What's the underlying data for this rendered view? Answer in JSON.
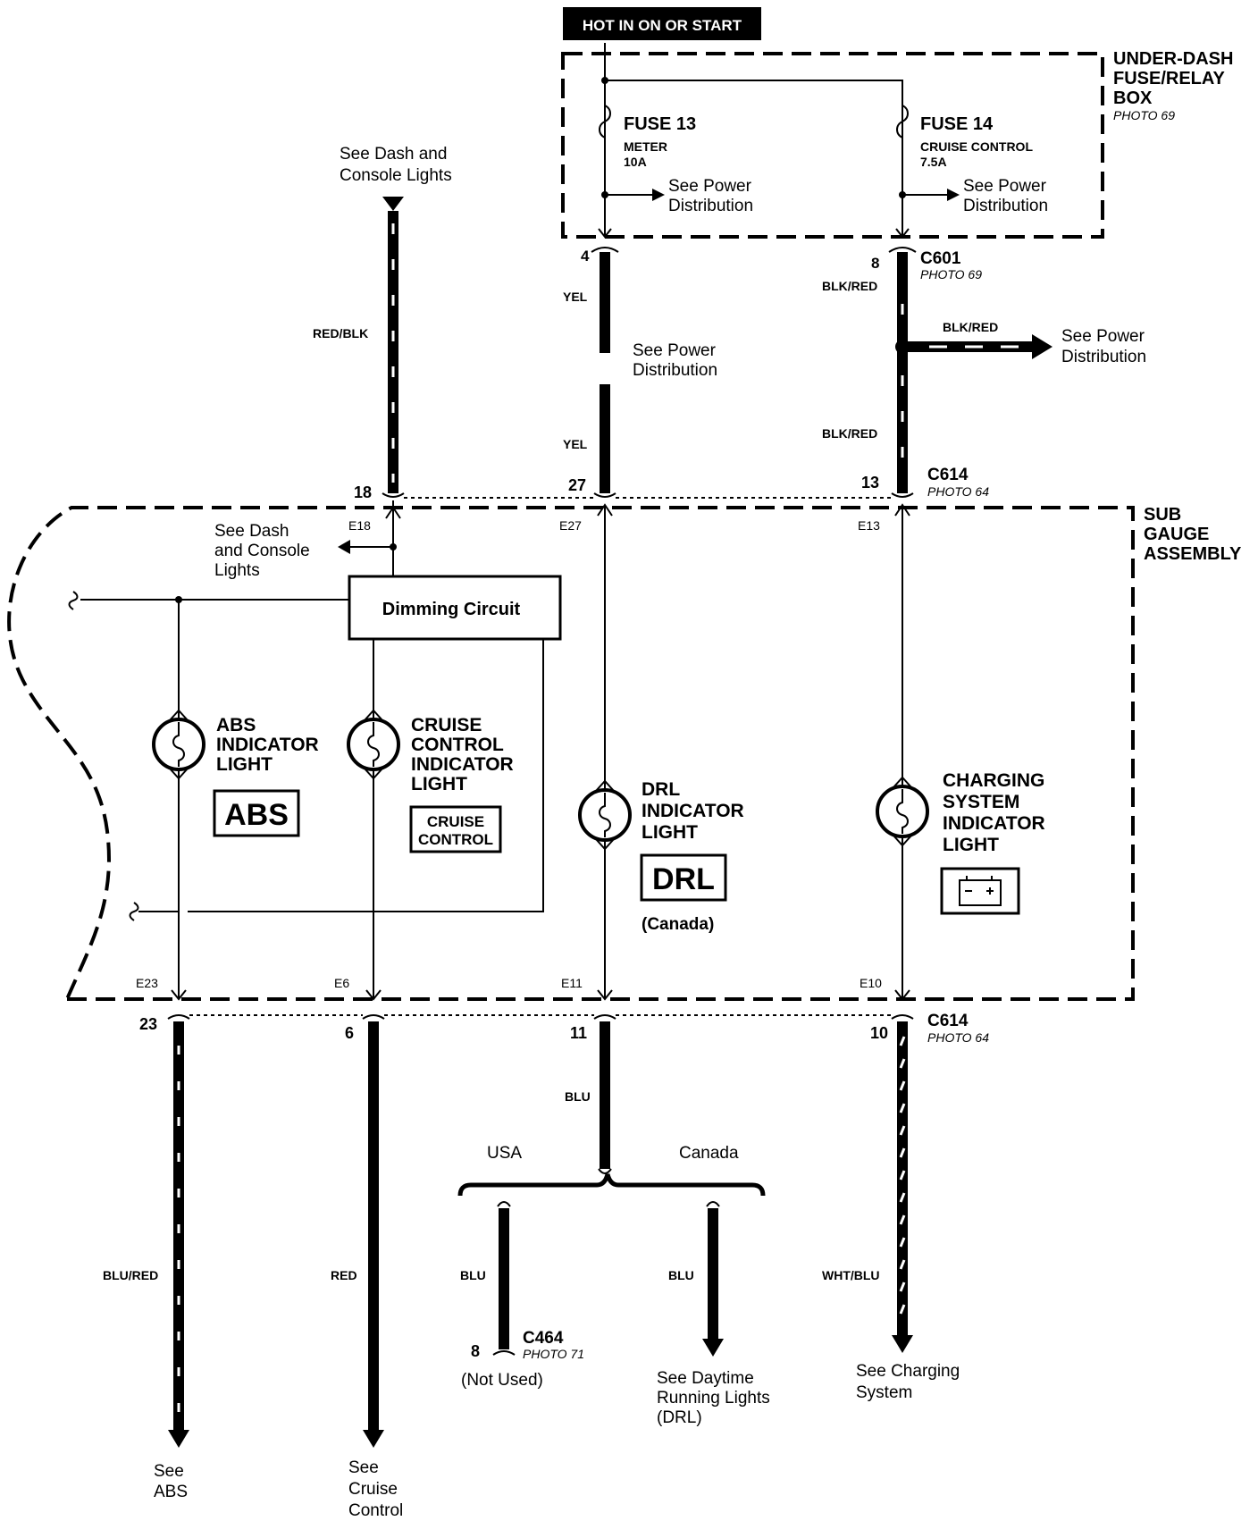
{
  "header": {
    "power_label": "HOT IN ON OR START"
  },
  "fuse_box": {
    "title_lines": [
      "UNDER-DASH",
      "FUSE/RELAY",
      "BOX"
    ],
    "photo": "PHOTO 69"
  },
  "fuses": [
    {
      "name": "FUSE 13",
      "circuit": "METER",
      "rating": "10A",
      "note_lines": [
        "See Power",
        "Distribution"
      ]
    },
    {
      "name": "FUSE 14",
      "circuit": "CRUISE CONTROL",
      "rating": "7.5A",
      "note_lines": [
        "See Power",
        "Distribution"
      ]
    }
  ],
  "connectors": {
    "c601": {
      "name": "C601",
      "photo": "PHOTO 69",
      "pins": [
        "4",
        "8"
      ]
    },
    "c614_top": {
      "name": "C614",
      "photo": "PHOTO 64",
      "pins": [
        "18",
        "27",
        "13"
      ]
    },
    "c614_bottom": {
      "name": "C614",
      "photo": "PHOTO 64",
      "pins": [
        "23",
        "6",
        "11",
        "10"
      ]
    },
    "c464": {
      "name": "C464",
      "photo": "PHOTO 71",
      "pin": "8",
      "note": "(Not Used)"
    }
  },
  "wires": {
    "red_blk": "RED/BLK",
    "yel_top": "YEL",
    "yel_bottom": "YEL",
    "blk_red_top": "BLK/RED",
    "blk_red_branch": "BLK/RED",
    "blk_red_bottom": "BLK/RED",
    "blu_red": "BLU/RED",
    "red": "RED",
    "blu_main": "BLU",
    "blu_usa": "BLU",
    "blu_canada": "BLU",
    "wht_blu": "WHT/BLU"
  },
  "notes": {
    "dash_console_top": [
      "See Dash and",
      "Console Lights"
    ],
    "yel_power": [
      "See Power",
      "Distribution"
    ],
    "blk_red_power": [
      "See Power",
      "Distribution"
    ],
    "dash_console_inner": [
      "See Dash",
      "and Console",
      "Lights"
    ],
    "see_abs": [
      "See",
      "ABS"
    ],
    "see_cruise": [
      "See",
      "Cruise",
      "Control"
    ],
    "see_drl": [
      "See Daytime",
      "Running Lights",
      "(DRL)"
    ],
    "see_charging": [
      "See Charging",
      "System"
    ]
  },
  "branches": {
    "usa": "USA",
    "canada": "Canada"
  },
  "sub_gauge": {
    "title_lines": [
      "SUB",
      "GAUGE",
      "ASSEMBLY"
    ],
    "dimming_circuit": "Dimming Circuit",
    "terminals": [
      "E18",
      "E27",
      "E13",
      "E23",
      "E6",
      "E11",
      "E10"
    ]
  },
  "lights": [
    {
      "name_lines": [
        "ABS",
        "INDICATOR",
        "LIGHT"
      ],
      "symbol_lines": [
        "ABS"
      ]
    },
    {
      "name_lines": [
        "CRUISE",
        "CONTROL",
        "INDICATOR",
        "LIGHT"
      ],
      "symbol_lines": [
        "CRUISE",
        "CONTROL"
      ]
    },
    {
      "name_lines": [
        "DRL",
        "INDICATOR",
        "LIGHT"
      ],
      "symbol_lines": [
        "DRL"
      ],
      "note": "(Canada)"
    },
    {
      "name_lines": [
        "CHARGING",
        "SYSTEM",
        "INDICATOR",
        "LIGHT"
      ],
      "symbol_icon": "battery-icon"
    }
  ]
}
